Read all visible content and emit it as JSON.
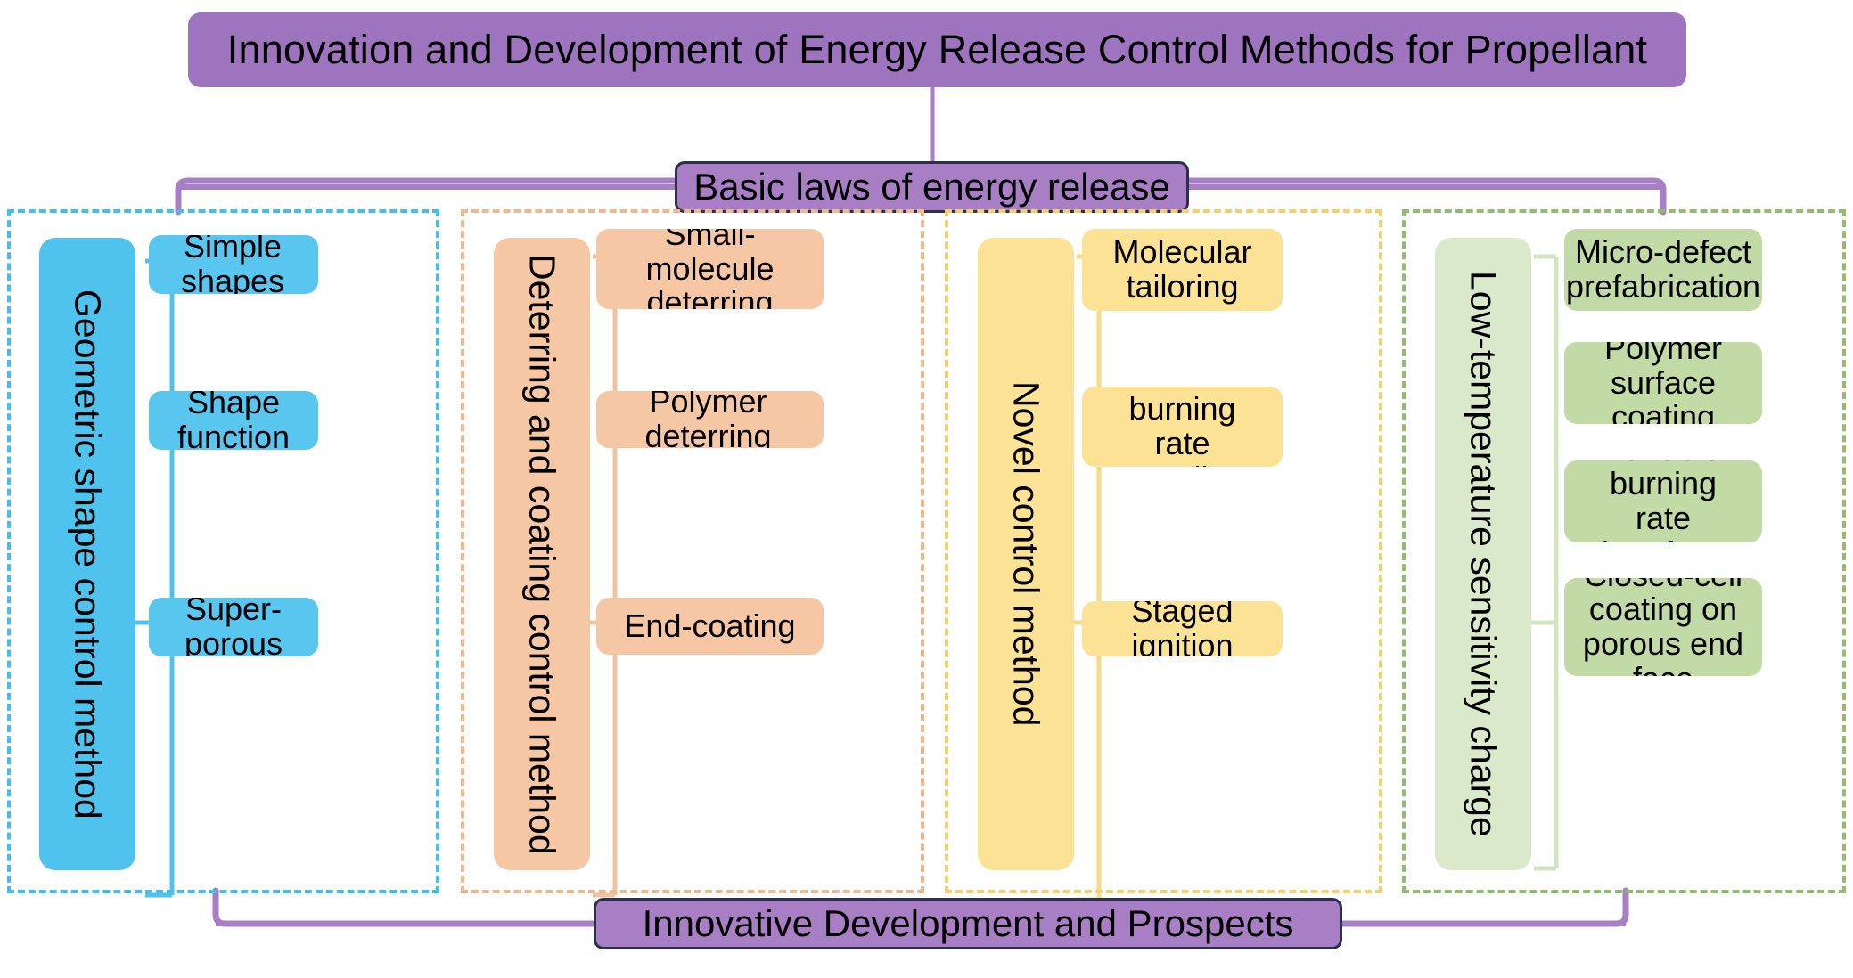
{
  "title": "Innovation and Development of Energy Release Control Methods for Propellant",
  "top_node": "Basic laws of energy release",
  "bottom_node": "Innovative Development and Prospects",
  "colors": {
    "title_bar": "#9E74BE",
    "node_purple": "#A87EC4",
    "node_border": "#2B3148",
    "connector_purple": "#A87EC4",
    "blue_border": "#3FC0F0",
    "blue_spine": "#4FC3EE",
    "blue_leaf": "#58C6EF",
    "orange_border": "#EFB98F",
    "orange_fill": "#F6C7A5",
    "yellow_border": "#F5CF6B",
    "yellow_fill": "#FBE295",
    "green_border": "#8FBF6E",
    "green_spine": "#D9E9C9",
    "green_leaf": "#C2DAA6"
  },
  "columns": [
    {
      "id": "geometric-shape-control-method",
      "spine_label": "Geometric shape control method",
      "leaves": [
        "Simple shapes",
        "Shape function",
        "Super-porous"
      ]
    },
    {
      "id": "deterring-and-coating-control-method",
      "spine_label": "Deterring and coating control method",
      "leaves": [
        "Small-molecule\ndeterring",
        "Polymer deterring",
        "End-coating"
      ]
    },
    {
      "id": "novel-control-method",
      "spine_label": "Novel control method",
      "leaves": [
        "Molecular\ntailoring",
        "Variable burning\nrate propellant",
        "Staged ignition"
      ]
    },
    {
      "id": "low-temperature-sensitivity-charge",
      "spine_label": "Low-temperature sensitivity charge",
      "leaves": [
        "Micro-defect\nprefabrication",
        "Polymer surface\ncoating",
        "Variable burning\nrate interface",
        "Closed-cell\ncoating on\nporous end face"
      ]
    }
  ]
}
